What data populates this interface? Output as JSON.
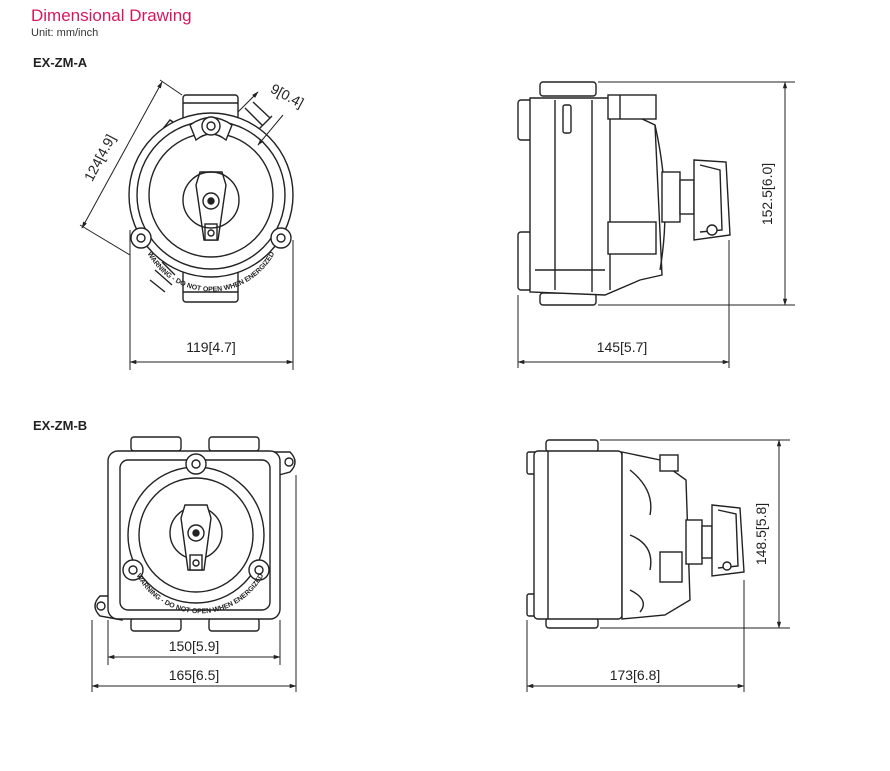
{
  "header": {
    "title": "Dimensional Drawing",
    "unit": "Unit: mm/inch"
  },
  "models": [
    {
      "name": "EX-ZM-A",
      "front": {
        "diagonal": "124[4.9]",
        "tab": "9[0.4]",
        "width": "119[4.7]"
      },
      "side": {
        "width": "145[5.7]",
        "height": "152.5[6.0]"
      }
    },
    {
      "name": "EX-ZM-B",
      "front": {
        "inner_width": "150[5.9]",
        "outer_width": "165[6.5]"
      },
      "side": {
        "width": "173[6.8]",
        "height": "148.5[5.8]"
      }
    }
  ],
  "warning_text": "WARNING - DO NOT OPEN WHEN ENERGIZED"
}
